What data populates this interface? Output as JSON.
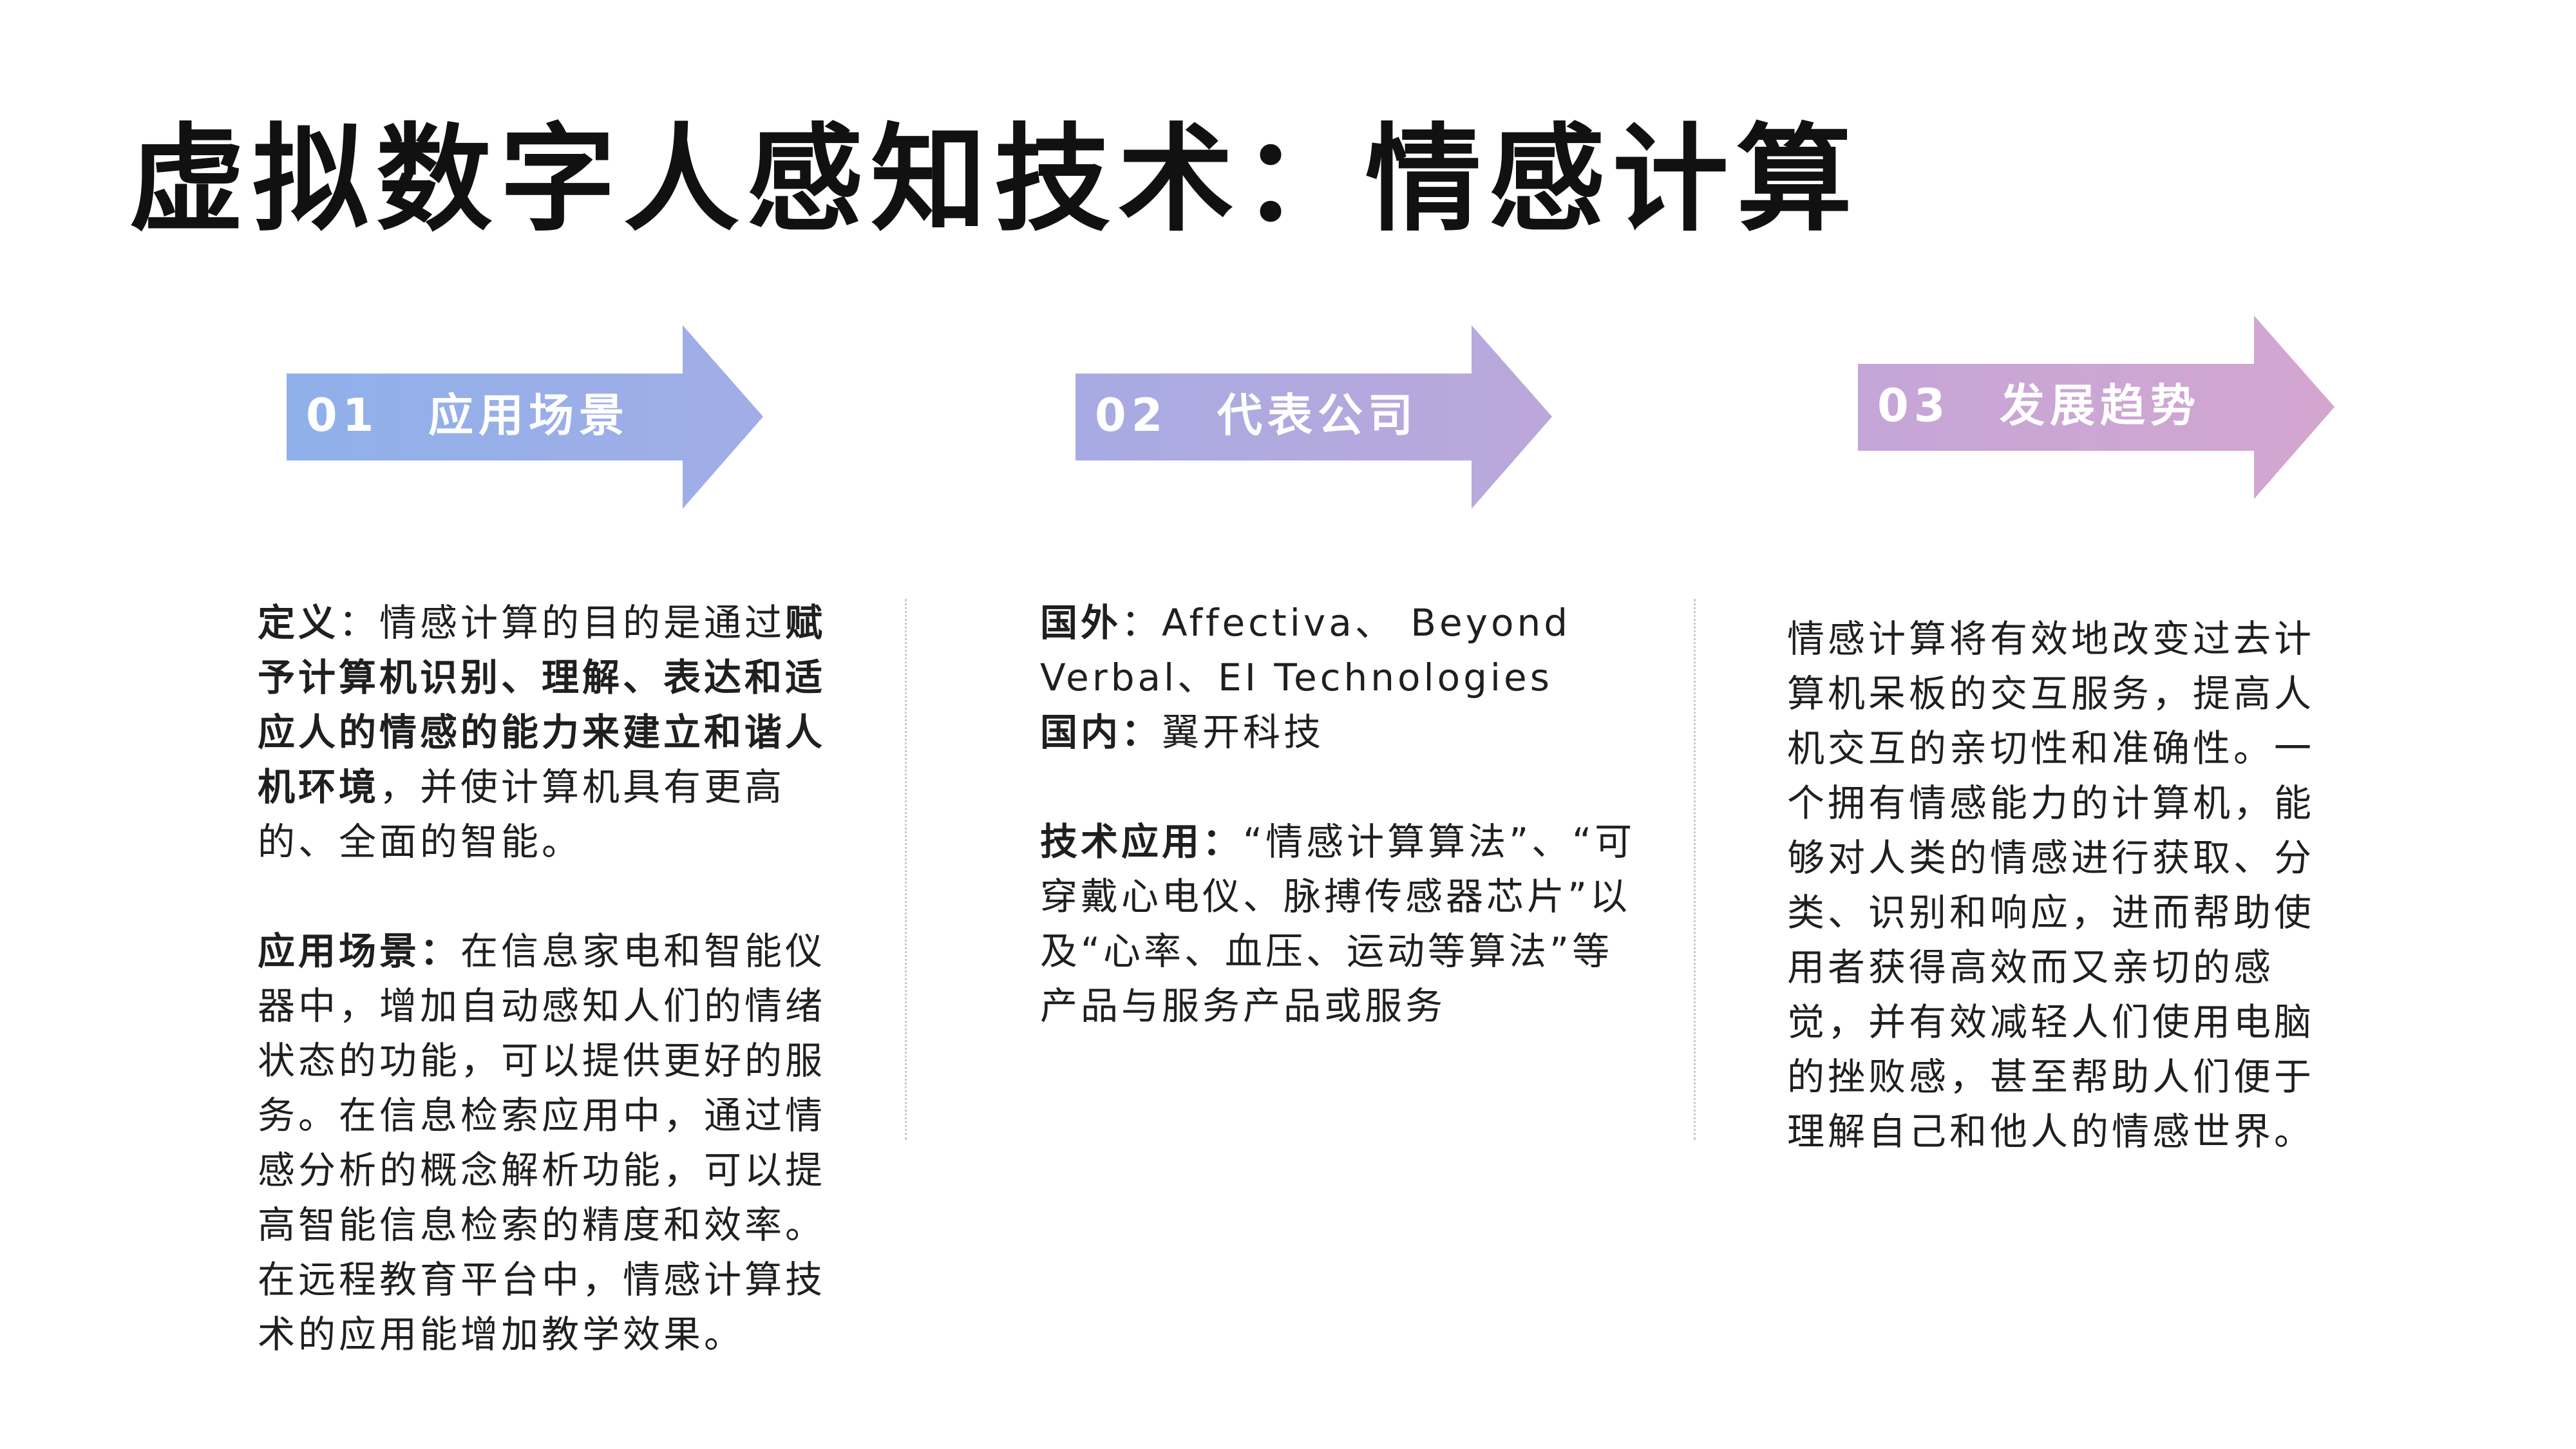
{
  "title": "虚拟数字人感知技术：情感计算",
  "steps": [
    {
      "num": "01",
      "label": "应用场景",
      "color_start": "#8fb0ea",
      "color_end": "#a2ade6"
    },
    {
      "num": "02",
      "label": "代表公司",
      "color_start": "#a7abe3",
      "color_end": "#bca7da"
    },
    {
      "num": "03",
      "label": "发展趋势",
      "color_start": "#c5a6d8",
      "color_end": "#d3a6cf"
    }
  ],
  "col1": {
    "def_label": "定义",
    "def_colon": "：",
    "def_text1": "情感计算的目的是通过",
    "def_bold": "赋予计算机识别、理解、表达和适应人的情感的能力来建立和谐人机环境",
    "def_text2": "，并使计算机具有更高的、全面的智能。",
    "app_label": "应用场景：",
    "app_text": "在信息家电和智能仪器中，增加自动感知人们的情绪状态的功能，可以提供更好的服务。在信息检索应用中，通过情感分析的概念解析功能，可以提高智能信息检索的精度和效率。在远程教育平台中，情感计算技术的应用能增加教学效果。"
  },
  "col2": {
    "abroad_label": "国外",
    "abroad_colon": "：",
    "abroad_text": "Affectiva、 Beyond Verbal、EI Technologies",
    "domestic_label": "国内：",
    "domestic_text": "翼开科技",
    "tech_label": "技术应用：",
    "tech_text": "“情感计算算法”、“可穿戴心电仪、脉搏传感器芯片”以及“心率、血压、运动等算法”等产品与服务产品或服务"
  },
  "col3": {
    "text": "情感计算将有效地改变过去计算机呆板的交互服务，提高人机交互的亲切性和准确性。一个拥有情感能力的计算机，能够对人类的情感进行获取、分类、识别和响应，进而帮助使用者获得高效而又亲切的感觉，并有效减轻人们使用电脑的挫败感，甚至帮助人们便于理解自己和他人的情感世界。"
  }
}
